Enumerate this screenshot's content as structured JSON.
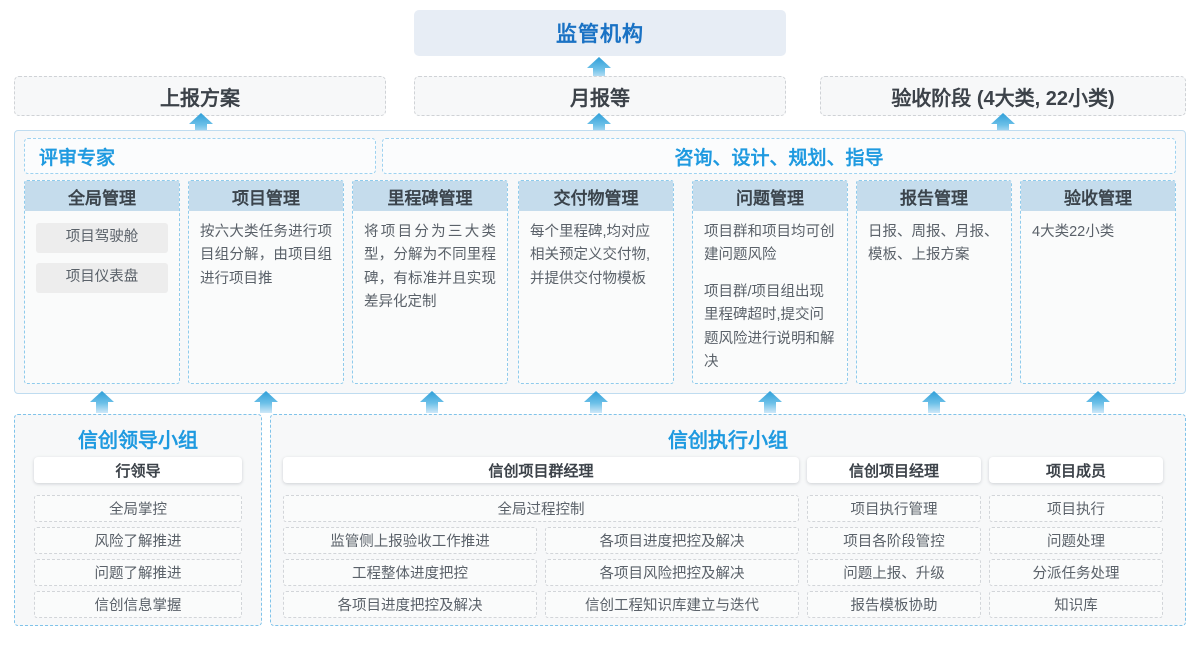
{
  "top": {
    "regulator": "监管机构",
    "channels": [
      {
        "label": "上报方案"
      },
      {
        "label": "月报等"
      },
      {
        "label": "验收阶段 (4大类, 22小类)"
      }
    ]
  },
  "middle": {
    "left_heading": "评审专家",
    "right_heading": "咨询、设计、规划、指导",
    "columns": [
      {
        "title": "全局管理",
        "chips": [
          "项目驾驶舱",
          "项目仪表盘"
        ],
        "paragraphs": []
      },
      {
        "title": "项目管理",
        "chips": [],
        "paragraphs": [
          "按六大类任务进行项目组分解，由项目组进行项目推"
        ]
      },
      {
        "title": "里程碑管理",
        "chips": [],
        "paragraphs": [
          "将项目分为三大类型，分解为不同里程碑，有标准并且实现差异化定制"
        ]
      },
      {
        "title": "交付物管理",
        "chips": [],
        "paragraphs": [
          "每个里程碑,均对应相关预定义交付物,并提供交付物模板"
        ]
      },
      {
        "title": "问题管理",
        "chips": [],
        "paragraphs": [
          "项目群和项目均可创建问题风险",
          "项目群/项目组出现里程碑超时,提交问题风险进行说明和解决"
        ]
      },
      {
        "title": "报告管理",
        "chips": [],
        "paragraphs": [
          "日报、周报、月报、模板、上报方案"
        ]
      },
      {
        "title": "验收管理",
        "chips": [],
        "paragraphs": [
          "4大类22小类"
        ]
      }
    ]
  },
  "bottom": {
    "leading_group": {
      "title": "信创领导小组",
      "role": "行领导",
      "tasks": [
        "全局掌控",
        "风险了解推进",
        "问题了解推进",
        "信创信息掌握"
      ]
    },
    "execution_group": {
      "title": "信创执行小组",
      "program_manager": {
        "role": "信创项目群经理",
        "wide_task": "全局过程控制",
        "tasks_left": [
          "监管侧上报验收工作推进",
          "工程整体进度把控",
          "各项目进度把控及解决"
        ],
        "tasks_right": [
          "各项目进度把控及解决",
          "各项目风险把控及解决",
          "信创工程知识库建立与迭代"
        ]
      },
      "project_manager": {
        "role": "信创项目经理",
        "tasks": [
          "项目执行管理",
          "项目各阶段管控",
          "问题上报、升级",
          "报告模板协助"
        ]
      },
      "project_member": {
        "role": "项目成员",
        "tasks": [
          "项目执行",
          "问题处理",
          "分派任务处理",
          "知识库"
        ]
      }
    }
  },
  "colors": {
    "accent_blue": "#1f9ae0",
    "title_blue": "#1a72c4",
    "header_band": "#c5dcec",
    "regulator_bg": "#e7edf5",
    "panel_bg": "#f7f8f9",
    "arrow_top": "#2e9fd8",
    "arrow_bottom": "#c7e4f6"
  }
}
